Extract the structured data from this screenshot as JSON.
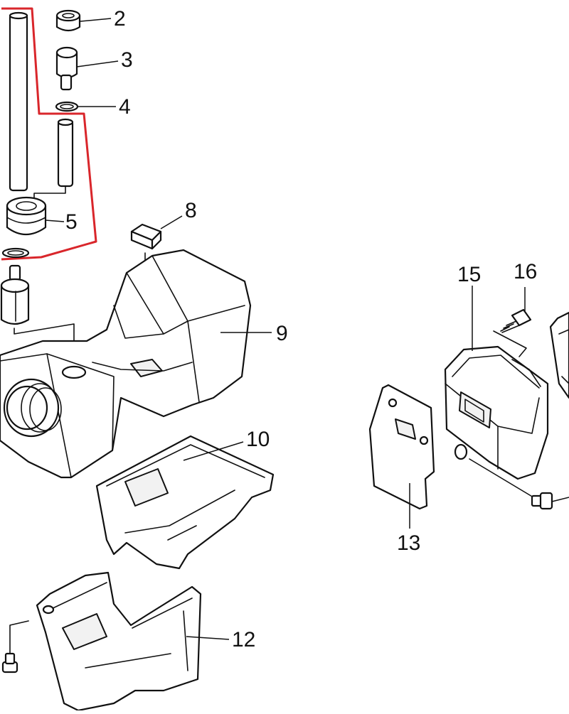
{
  "highlight_color": "#d9262b",
  "callouts": [
    {
      "id": "2",
      "text": "2"
    },
    {
      "id": "3",
      "text": "3"
    },
    {
      "id": "4",
      "text": "4"
    },
    {
      "id": "5",
      "text": "5"
    },
    {
      "id": "8",
      "text": "8"
    },
    {
      "id": "9",
      "text": "9"
    },
    {
      "id": "10",
      "text": "10"
    },
    {
      "id": "12",
      "text": "12"
    },
    {
      "id": "13",
      "text": "13"
    },
    {
      "id": "15",
      "text": "15"
    },
    {
      "id": "16",
      "text": "16"
    }
  ]
}
